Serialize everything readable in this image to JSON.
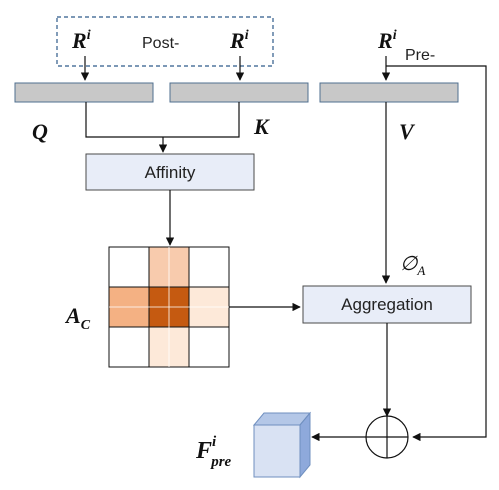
{
  "labels": {
    "post_label": "Post-",
    "pre_label": "Pre-",
    "r_symbol": "R",
    "r_superscript": "i",
    "q_label": "Q",
    "k_label": "K",
    "v_label": "V",
    "phi_symbol": "∅",
    "phi_subscript": "A",
    "ac_symbol": "A",
    "ac_subscript": "C",
    "f_symbol": "F",
    "f_superscript": "i",
    "f_subscript": "pre"
  },
  "boxes": {
    "affinity": "Affinity",
    "aggregation": "Aggregation"
  },
  "colors": {
    "feature_bar": "#c8c8c8",
    "module_fill": "#e8edf8",
    "module_stroke": "#4a4a4a",
    "dashed_border": "#2e5b8a",
    "attention_dark": "#c55a11",
    "attention_mid": "#f4b183",
    "attention_light": "#f8cbad",
    "attention_faint": "#fde9d9",
    "cube_front": "#d9e2f3",
    "cube_side": "#8ea9db",
    "cube_top": "#b4c7e7"
  }
}
